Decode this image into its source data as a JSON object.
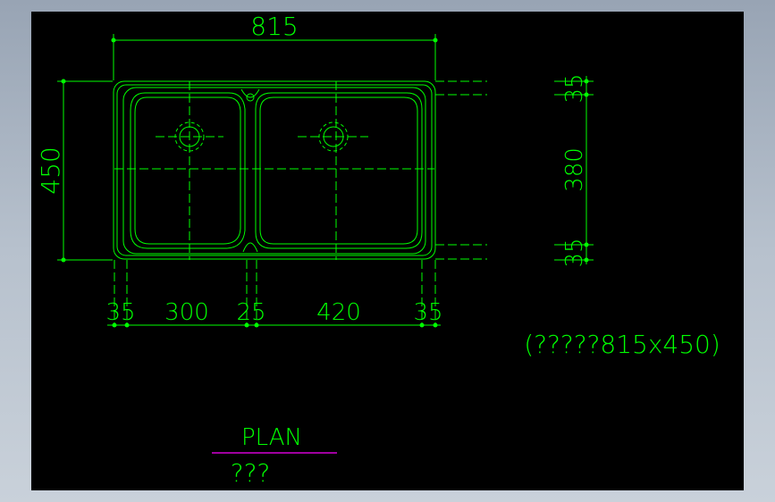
{
  "colors": {
    "background": "#000000",
    "lines": "#00ff00",
    "accent": "#ff00ff",
    "frame": "#a8b2bf"
  },
  "drawing": {
    "overall_width": "815",
    "overall_depth": "450",
    "right_dims": {
      "top": "35",
      "middle": "380",
      "bottom": "35"
    },
    "bottom_dims": {
      "left": "35",
      "bowl_left": "300",
      "center": "25",
      "bowl_right": "420",
      "right": "35"
    },
    "spec_label": "(?????815x450)",
    "view_title": "PLAN",
    "view_subtitle": "???"
  }
}
